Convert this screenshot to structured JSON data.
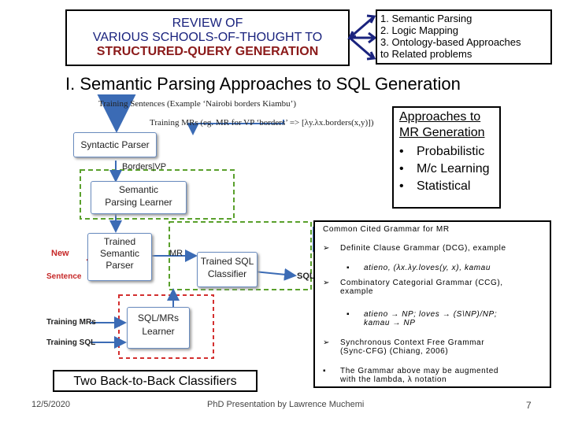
{
  "header": {
    "review_lines": [
      "REVIEW OF",
      "VARIOUS SCHOOLS-OF-THOUGHT TO",
      "STRUCTURED-QUERY GENERATION"
    ],
    "topics": [
      "1. Semantic Parsing",
      "2. Logic Mapping",
      "3. Ontology-based Approaches",
      "to Related problems"
    ]
  },
  "title": "I. Semantic Parsing Approaches to SQL Generation",
  "approaches_box": {
    "heading_lines": [
      "Approaches to",
      "MR Generation"
    ],
    "items": [
      "Probabilistic",
      "M/c Learning",
      "Statistical"
    ]
  },
  "diagram": {
    "training_sentences": "Training Sentences (Example ‘Nairobi borders Kiambu’)",
    "training_mrs": "Training MRs (eg. MR for VP ‘borders’ => [λy.λx.borders(x,y)])",
    "syntactic_parser": "Syntactic Parser",
    "borders_vp": "Borders|VP",
    "semantic_parsing_learner": [
      "Semantic",
      "Parsing Learner"
    ],
    "trained_semantic_parser": [
      "Trained",
      "Semantic",
      "Parser"
    ],
    "mr": "MR",
    "trained_sql_classifier": [
      "Trained SQL",
      "Classifier"
    ],
    "sql": "SQL",
    "new": "New",
    "sentence": "Sentence",
    "sql_mrs_learner": [
      "SQL/MRs",
      "Learner"
    ],
    "training_mrs_label": "Training MRs",
    "training_sql_label": "Training SQL"
  },
  "grammar": {
    "heading": "Common Cited Grammar for MR",
    "dcg": "Definite Clause Grammar (DCG), example",
    "dcg_example": "atieno, (λx.λy.loves(y, x), kamau",
    "ccg": [
      "Combinatory Categorial Grammar (CCG),",
      "example"
    ],
    "ccg_example": [
      "atieno → NP; loves → (S\\NP)/NP;",
      "kamau → NP"
    ],
    "sync": [
      "Synchronous Context Free Grammar",
      "(Sync-CFG) (Chiang, 2006)"
    ],
    "note": [
      "The Grammar above may be augmented",
      "with the lambda, λ notation"
    ]
  },
  "caption": "Two Back-to-Back Classifiers",
  "footer": {
    "date": "12/5/2020",
    "presenter": "PhD Presentation by Lawrence Muchemi",
    "page": "7"
  }
}
